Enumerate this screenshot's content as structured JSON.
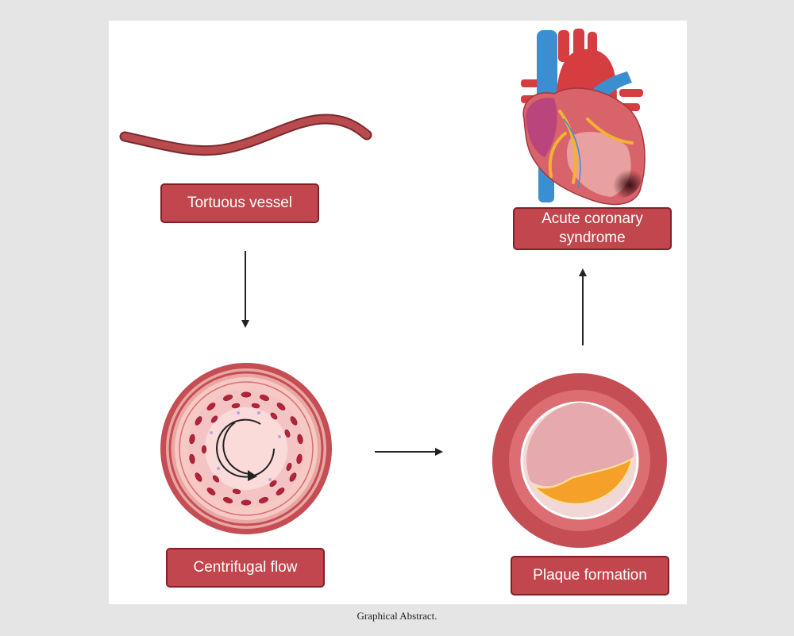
{
  "figure": {
    "labels": {
      "tortuous_vessel": "Tortuous vessel",
      "centrifugal_flow": "Centrifugal flow",
      "plaque_formation": "Plaque formation",
      "acute_coronary_syndrome": "Acute coronary syndrome"
    },
    "caption": "Graphical Abstract."
  },
  "colors": {
    "label_fill": "#c2464d",
    "label_border": "#7e2228",
    "vessel": "#b94a4e",
    "plaque": "#f5a028"
  }
}
